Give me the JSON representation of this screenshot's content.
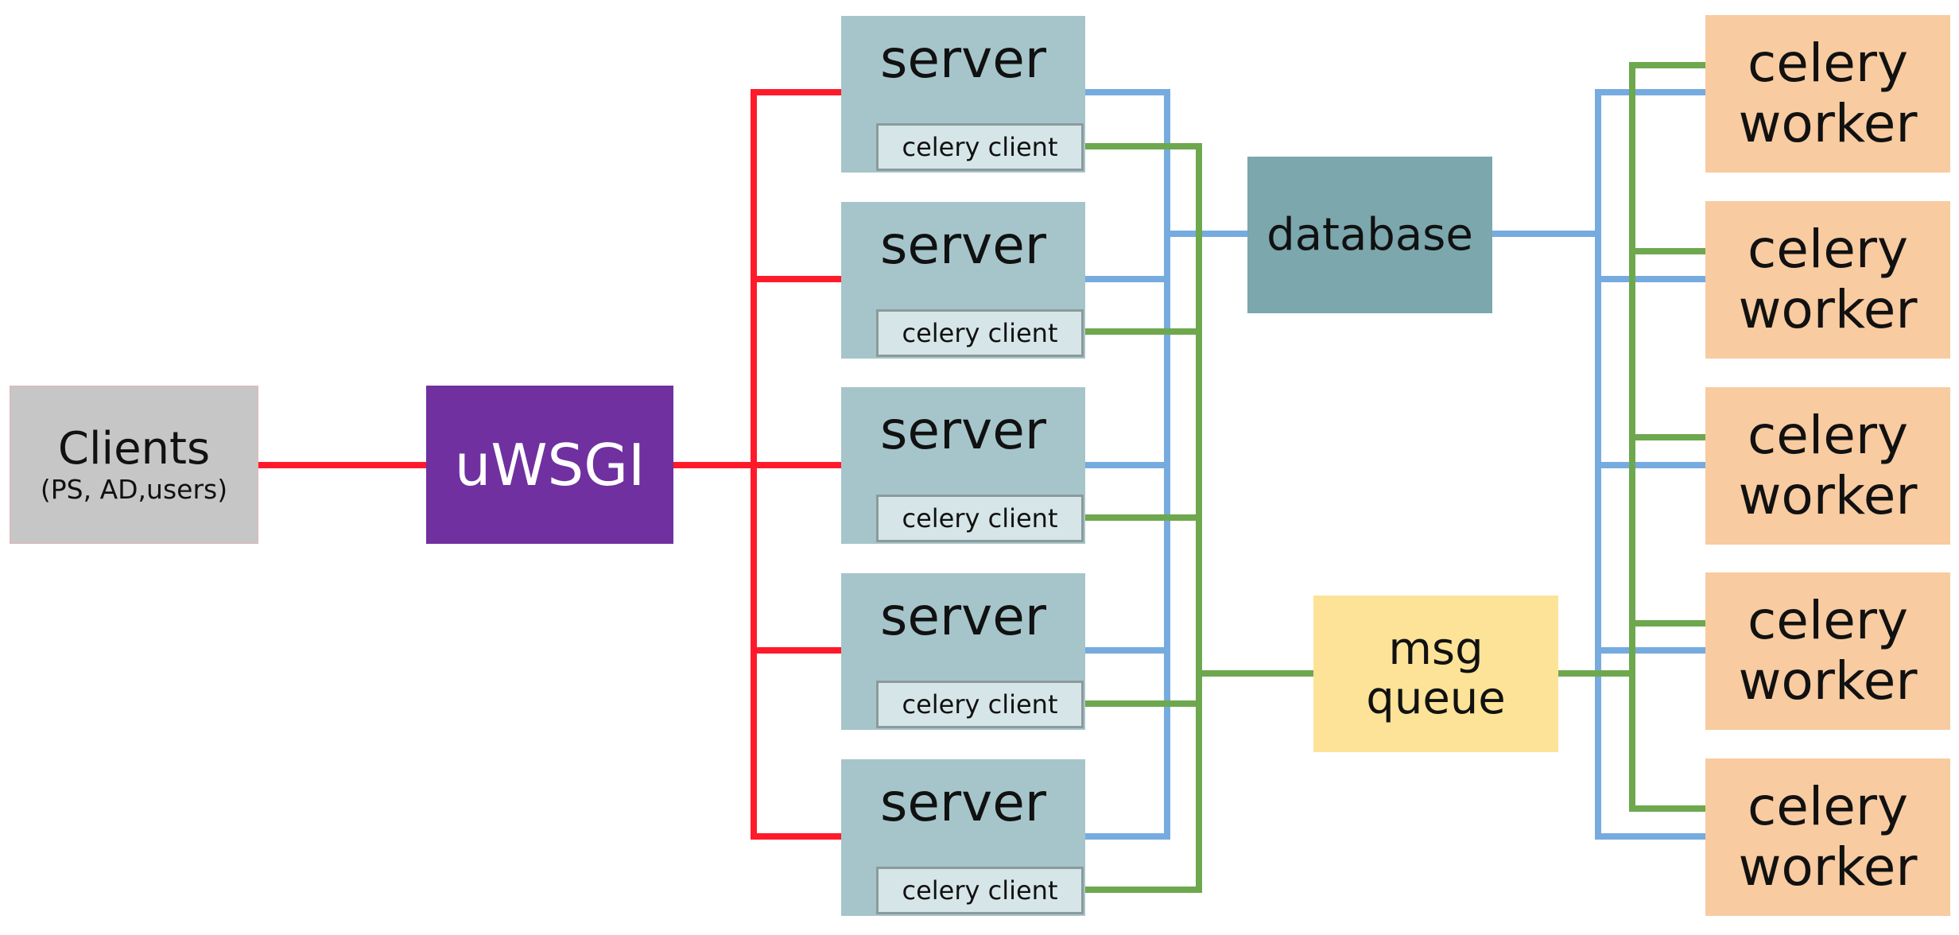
{
  "clients": {
    "title": "Clients",
    "subtitle": "(PS, AD,users)"
  },
  "uwsgi": {
    "label": "uWSGI"
  },
  "servers": [
    {
      "label": "server",
      "client_label": "celery client"
    },
    {
      "label": "server",
      "client_label": "celery client"
    },
    {
      "label": "server",
      "client_label": "celery client"
    },
    {
      "label": "server",
      "client_label": "celery client"
    },
    {
      "label": "server",
      "client_label": "celery client"
    }
  ],
  "database": {
    "label": "database"
  },
  "msg_queue": {
    "line1": "msg",
    "line2": "queue"
  },
  "workers": [
    {
      "line1": "celery",
      "line2": "worker"
    },
    {
      "line1": "celery",
      "line2": "worker"
    },
    {
      "line1": "celery",
      "line2": "worker"
    },
    {
      "line1": "celery",
      "line2": "worker"
    },
    {
      "line1": "celery",
      "line2": "worker"
    }
  ],
  "colors": {
    "http": "#ff1a2b",
    "db": "#76abdf",
    "queue": "#6ea84e"
  }
}
